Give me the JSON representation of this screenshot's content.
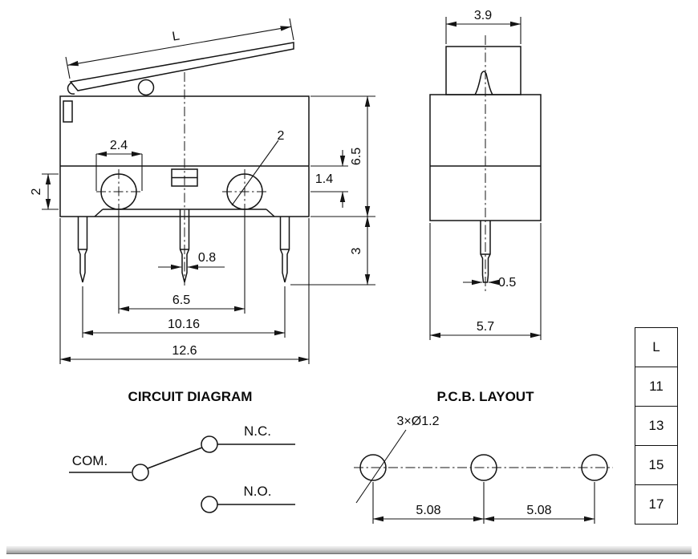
{
  "front_view": {
    "dims": {
      "lever_length": "L",
      "boss_width": "2.4",
      "hole_diameter": "2",
      "step_to_hole_center": "1.4",
      "hole_height": "2",
      "body_height": "6.5",
      "pin_length": "3",
      "pin_width": "0.8",
      "hole_pitch": "6.5",
      "outer_pin_pitch": "10.16",
      "body_width": "12.6"
    }
  },
  "side_view": {
    "dims": {
      "lever_width": "3.9",
      "pin_thickness": "0.5",
      "body_depth": "5.7"
    }
  },
  "circuit": {
    "title": "CIRCUIT DIAGRAM",
    "terminals": {
      "com": "COM.",
      "nc": "N.C.",
      "no": "N.O."
    }
  },
  "pcb": {
    "title": "P.C.B. LAYOUT",
    "hole_note": "3×Ø1.2",
    "pitch_left": "5.08",
    "pitch_right": "5.08"
  },
  "lever_table": {
    "header": "L",
    "rows": [
      "11",
      "13",
      "15",
      "17"
    ]
  }
}
